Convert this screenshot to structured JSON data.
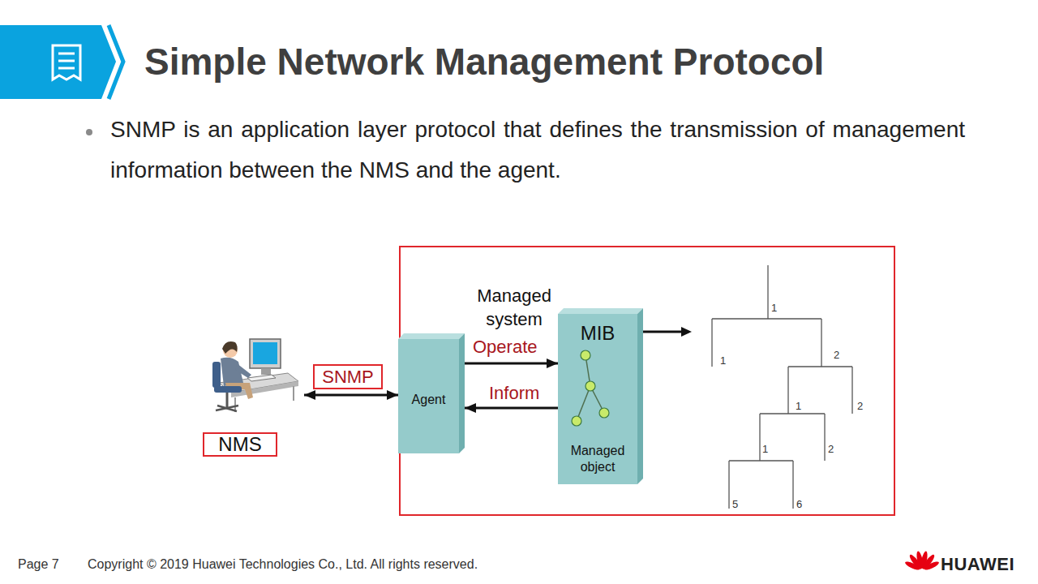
{
  "diagram": {
    "title": "Simple Network Management Protocol",
    "nodes": [
      {
        "text": [
          "NMS"
        ]
      },
      {
        "text": [
          "Managed system"
        ]
      },
      {
        "text": [
          "Agent"
        ],
        "in": 1
      },
      {
        "text": [
          "MIB",
          "Managed object"
        ],
        "in": 1
      }
    ],
    "edges": [
      {
        "from": 0,
        "to": 2,
        "label": "SNMP",
        "arrow": "both"
      },
      {
        "from": 2,
        "to": 3,
        "label": "Operate",
        "arrow": "to"
      },
      {
        "from": 3,
        "to": 2,
        "label": "Inform",
        "arrow": "to"
      }
    ],
    "labels": [
      "SNMP is an application layer protocol that defines the transmission of management information between the NMS and the agent.",
      "1",
      "1",
      "2",
      "1",
      "2",
      "1",
      "2",
      "5",
      "6",
      "Page 7",
      "Copyright © 2019 Huawei Technologies Co., Ltd. All rights reserved.",
      "HUAWEI"
    ]
  }
}
